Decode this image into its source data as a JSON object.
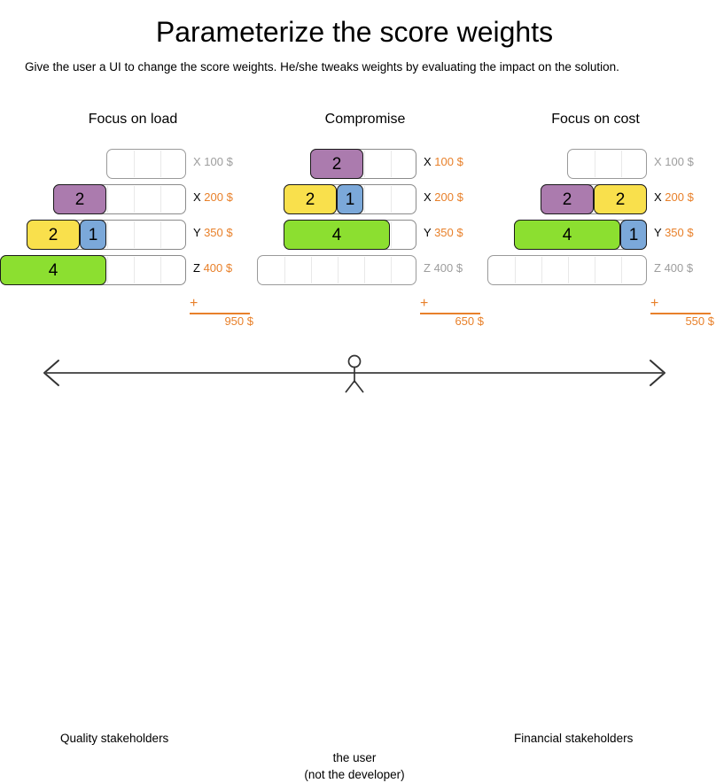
{
  "slide": {
    "title": "Parameterize the score weights",
    "subtitle": "Give the user a UI to change the score weights. He/she tweaks weights by evaluating the impact on the solution."
  },
  "colors": {
    "purple": "#ab7bae",
    "yellow": "#f9e04c",
    "blue": "#7ba8d9",
    "green": "#8cdf30",
    "accent_orange": "#e8802a",
    "muted_gray": "#9d9d9d",
    "track_border": "#8b8b8b",
    "block_border": "#1a1a1a"
  },
  "columns": [
    {
      "id": "focus-on-load",
      "title": "Focus on load",
      "rows": [
        {
          "key": "X",
          "amount": "100 $",
          "muted": true,
          "blocks": []
        },
        {
          "key": "X",
          "amount": "200 $",
          "muted": false,
          "blocks": [
            {
              "color": "purple",
              "value": "2"
            }
          ]
        },
        {
          "key": "Y",
          "amount": "350 $",
          "muted": false,
          "blocks": [
            {
              "color": "yellow",
              "value": "2"
            },
            {
              "color": "blue",
              "value": "1"
            }
          ]
        },
        {
          "key": "Z",
          "amount": "400 $",
          "muted": false,
          "blocks": [
            {
              "color": "green",
              "value": "4"
            }
          ]
        }
      ],
      "sum_sign": "+",
      "total": "950 $"
    },
    {
      "id": "compromise",
      "title": "Compromise",
      "rows": [
        {
          "key": "X",
          "amount": "100 $",
          "muted": false,
          "blocks": [
            {
              "color": "purple",
              "value": "2"
            }
          ]
        },
        {
          "key": "X",
          "amount": "200 $",
          "muted": false,
          "blocks": [
            {
              "color": "yellow",
              "value": "2"
            },
            {
              "color": "blue",
              "value": "1"
            }
          ]
        },
        {
          "key": "Y",
          "amount": "350 $",
          "muted": false,
          "blocks": [
            {
              "color": "green",
              "value": "4"
            }
          ]
        },
        {
          "key": "Z",
          "amount": "400 $",
          "muted": true,
          "blocks": []
        }
      ],
      "sum_sign": "+",
      "total": "650 $"
    },
    {
      "id": "focus-on-cost",
      "title": "Focus on cost",
      "rows": [
        {
          "key": "X",
          "amount": "100 $",
          "muted": true,
          "blocks": []
        },
        {
          "key": "X",
          "amount": "200 $",
          "muted": false,
          "blocks": [
            {
              "color": "purple",
              "value": "2"
            },
            {
              "color": "yellow",
              "value": "2"
            }
          ]
        },
        {
          "key": "Y",
          "amount": "350 $",
          "muted": false,
          "blocks": [
            {
              "color": "green",
              "value": "4"
            },
            {
              "color": "blue",
              "value": "1"
            }
          ]
        },
        {
          "key": "Z",
          "amount": "400 $",
          "muted": true,
          "blocks": []
        }
      ],
      "sum_sign": "+",
      "total": "550 $"
    }
  ],
  "axis": {
    "left_label": "Quality stakeholders",
    "right_label": "Financial stakeholders",
    "user_line1": "the user",
    "user_line2": "(not the developer)"
  }
}
